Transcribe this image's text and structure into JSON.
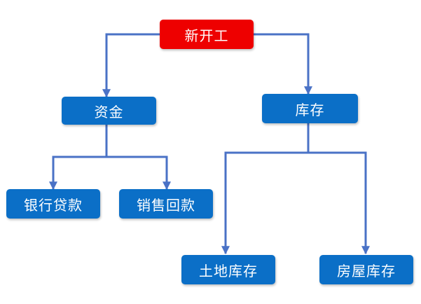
{
  "nodes": {
    "root": {
      "label": "新开工"
    },
    "funds": {
      "label": "资金"
    },
    "inventory": {
      "label": "库存"
    },
    "bank_loan": {
      "label": "银行贷款"
    },
    "sales_return": {
      "label": "销售回款"
    },
    "land_inventory": {
      "label": "土地库存"
    },
    "house_inventory": {
      "label": "房屋库存"
    }
  },
  "colors": {
    "root_fill": "#ee0000",
    "node_fill": "#0b6fc7",
    "connector": "#4a72c6"
  }
}
